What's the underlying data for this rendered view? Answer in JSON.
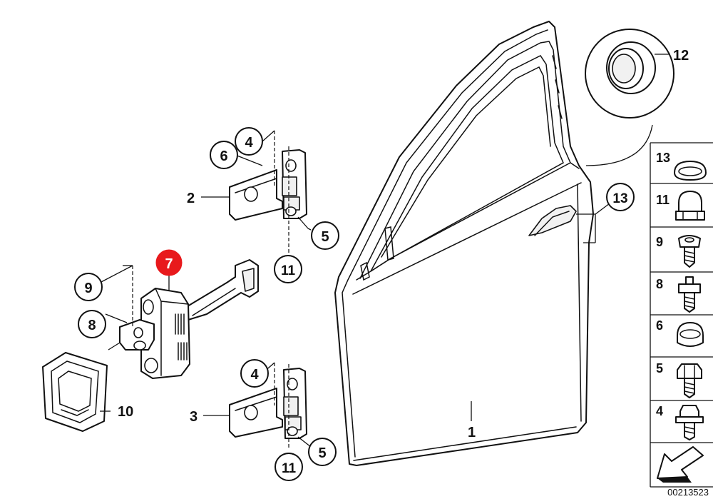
{
  "diagram": {
    "callouts": {
      "door": "1",
      "upper_hinge": "2",
      "lower_hinge": "3",
      "upper_bolt": "4",
      "lower_bolt": "4",
      "upper_nut_top": "5",
      "lower_nut": "5",
      "upper_cap": "6",
      "door_check": "7",
      "check_screw_9": "9",
      "check_bolt_8": "8",
      "seal_frame": "10",
      "upper_pin": "11",
      "lower_pin": "11",
      "grommet_detail": "12",
      "door_plug": "13"
    },
    "legend": [
      {
        "label": "13",
        "icon": "plug-icon"
      },
      {
        "label": "11",
        "icon": "cap-nut-icon"
      },
      {
        "label": "9",
        "icon": "torx-screw-icon"
      },
      {
        "label": "8",
        "icon": "stud-bolt-icon"
      },
      {
        "label": "6",
        "icon": "cover-cap-icon"
      },
      {
        "label": "5",
        "icon": "hex-bolt-icon"
      },
      {
        "label": "4",
        "icon": "flange-bolt-icon"
      }
    ],
    "diagram_id": "00213523",
    "highlight_color": "#e8191c"
  }
}
